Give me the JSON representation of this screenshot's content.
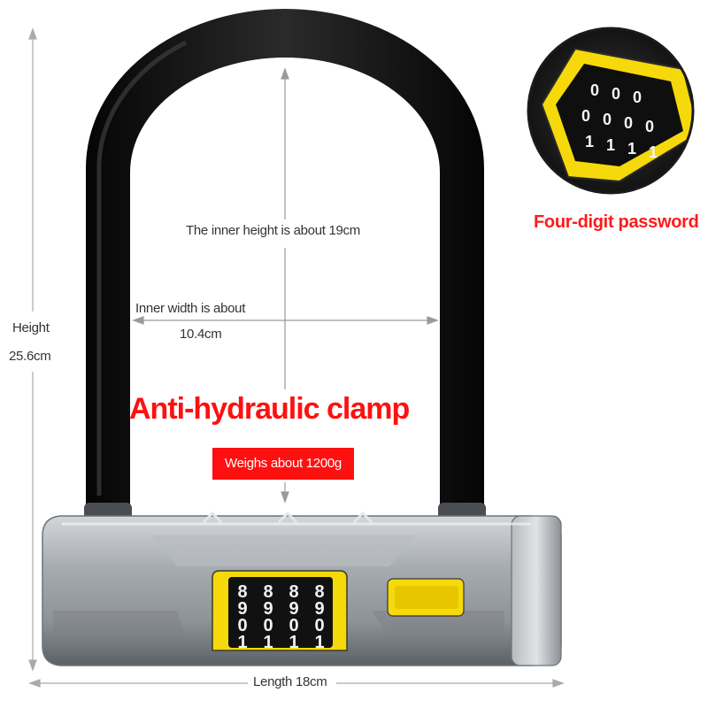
{
  "product": {
    "headline": "Anti-hydraulic clamp",
    "weight_badge": "Weighs about 1200g"
  },
  "dimensions": {
    "inner_height": "The inner height is about 19cm",
    "inner_width_line1": "Inner width is about",
    "inner_width_line2": "10.4cm",
    "height_line1": "Height",
    "height_line2": "25.6cm",
    "length": "Length 18cm"
  },
  "inset": {
    "caption": "Four-digit password",
    "dial_digits": [
      [
        "0",
        "0",
        "0"
      ],
      [
        "0",
        "0",
        "0",
        "0"
      ],
      [
        "1",
        "1",
        "1",
        "1"
      ]
    ]
  },
  "lock_dials": {
    "rows": [
      [
        "8",
        "8",
        "8",
        "8"
      ],
      [
        "9",
        "9",
        "9",
        "9"
      ],
      [
        "0",
        "0",
        "0",
        "0"
      ],
      [
        "1",
        "1",
        "1",
        "1"
      ]
    ]
  },
  "colors": {
    "accent_red": "#ff1010",
    "lock_yellow": "#f5d90a",
    "shackle_black": "#111111",
    "body_silver": "#a9adb1"
  }
}
